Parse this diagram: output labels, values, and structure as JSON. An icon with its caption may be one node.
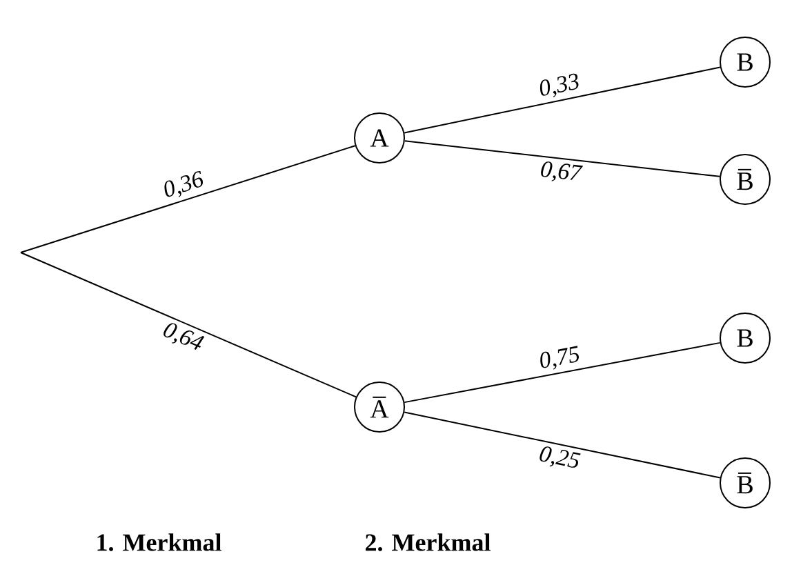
{
  "diagram": {
    "nodes": [
      {
        "text": [
          "A"
        ]
      },
      {
        "text": [
          "A̅"
        ]
      },
      {
        "text": [
          "B"
        ]
      },
      {
        "text": [
          "B̅"
        ]
      },
      {
        "text": [
          "B"
        ]
      },
      {
        "text": [
          "B̅"
        ]
      }
    ],
    "edges": [
      {
        "from": null,
        "to": 0,
        "arrow": "none",
        "label": "0,36"
      },
      {
        "from": null,
        "to": 1,
        "arrow": "none",
        "label": "0,64"
      },
      {
        "from": 0,
        "to": 2,
        "arrow": "none",
        "label": "0,33"
      },
      {
        "from": 0,
        "to": 3,
        "arrow": "none",
        "label": "0,67"
      },
      {
        "from": 1,
        "to": 4,
        "arrow": "none",
        "label": "0,75"
      },
      {
        "from": 1,
        "to": 5,
        "arrow": "none",
        "label": "0,25"
      }
    ],
    "labels": [
      "1. Merkmal",
      "2. Merkmal"
    ]
  }
}
